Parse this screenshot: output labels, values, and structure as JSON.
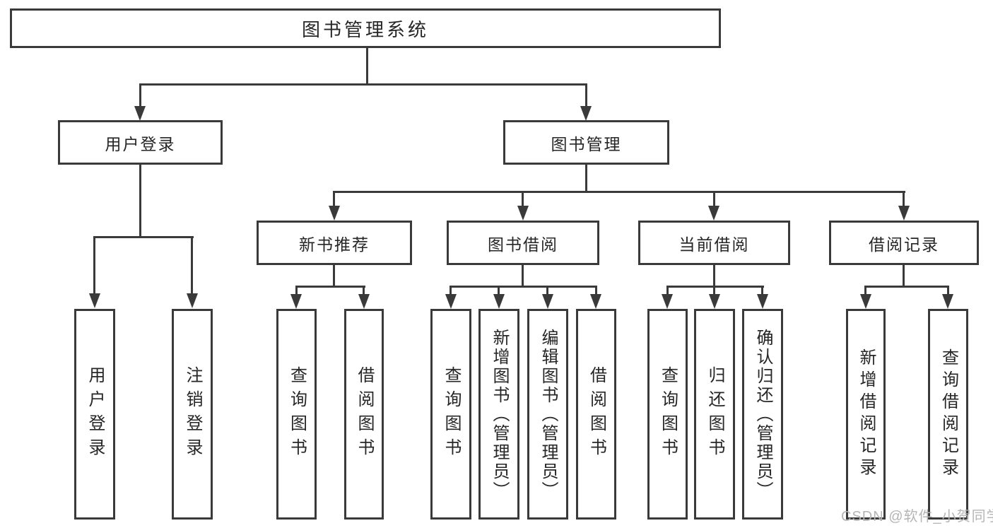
{
  "diagram": {
    "root": {
      "label": "图书管理系统",
      "children": [
        {
          "label": "用户登录",
          "children": [
            {
              "label": "用户登录"
            },
            {
              "label": "注销登录"
            }
          ]
        },
        {
          "label": "图书管理",
          "children": [
            {
              "label": "新书推荐",
              "children": [
                {
                  "label": "查询图书"
                },
                {
                  "label": "借阅图书"
                }
              ]
            },
            {
              "label": "图书借阅",
              "children": [
                {
                  "label": "查询图书"
                },
                {
                  "label": "新增图书（管理员）"
                },
                {
                  "label": "编辑图书（管理员）"
                },
                {
                  "label": "借阅图书"
                }
              ]
            },
            {
              "label": "当前借阅",
              "children": [
                {
                  "label": "查询图书"
                },
                {
                  "label": "归还图书"
                },
                {
                  "label": "确认归还（管理员）"
                }
              ]
            },
            {
              "label": "借阅记录",
              "children": [
                {
                  "label": "新增借阅记录"
                },
                {
                  "label": "查询借阅记录"
                }
              ]
            }
          ]
        }
      ]
    },
    "watermark": "CSDN @软件_小贺同学",
    "colors": {
      "line": "#3a3a3a",
      "text": "#262626",
      "background": "#ffffff",
      "watermark": "#b5b5b5"
    }
  }
}
